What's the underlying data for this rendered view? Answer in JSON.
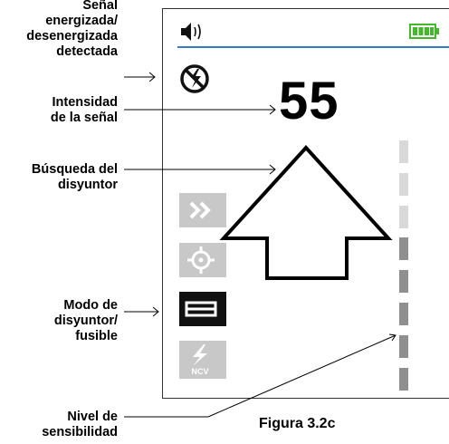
{
  "callouts": {
    "signal_detected": [
      "Señal",
      "energizada/",
      "desenergizada",
      "detectada"
    ],
    "signal_strength": [
      "Intensidad",
      "de la señal"
    ],
    "breaker_search": [
      "Búsqueda del",
      "disyuntor"
    ],
    "breaker_fuse_mode": [
      "Modo de",
      "disyuntor/",
      "fusible"
    ],
    "sensitivity_level": [
      "Nivel de",
      "sensibilidad"
    ]
  },
  "display": {
    "signal_strength_value": "55",
    "ncv_label": "NCV",
    "sensitivity_level": {
      "lit": 5,
      "total": 8
    }
  },
  "caption": "Figura 3.2c",
  "colors": {
    "header_line": "#3a78c8",
    "battery": "#44b82a",
    "icon_inactive": "#c8c8c8",
    "icon_active": "#111111",
    "bar_dim": "#d9d9d9",
    "bar_lit": "#8f8f8f"
  },
  "icons": {
    "speaker": "speaker-icon",
    "battery": "battery-icon",
    "no_voltage": "no-voltage-icon",
    "fast_forward": "fast-forward-icon",
    "crosshair": "crosshair-icon",
    "fuse": "fuse-icon",
    "ncv": "ncv-icon"
  }
}
